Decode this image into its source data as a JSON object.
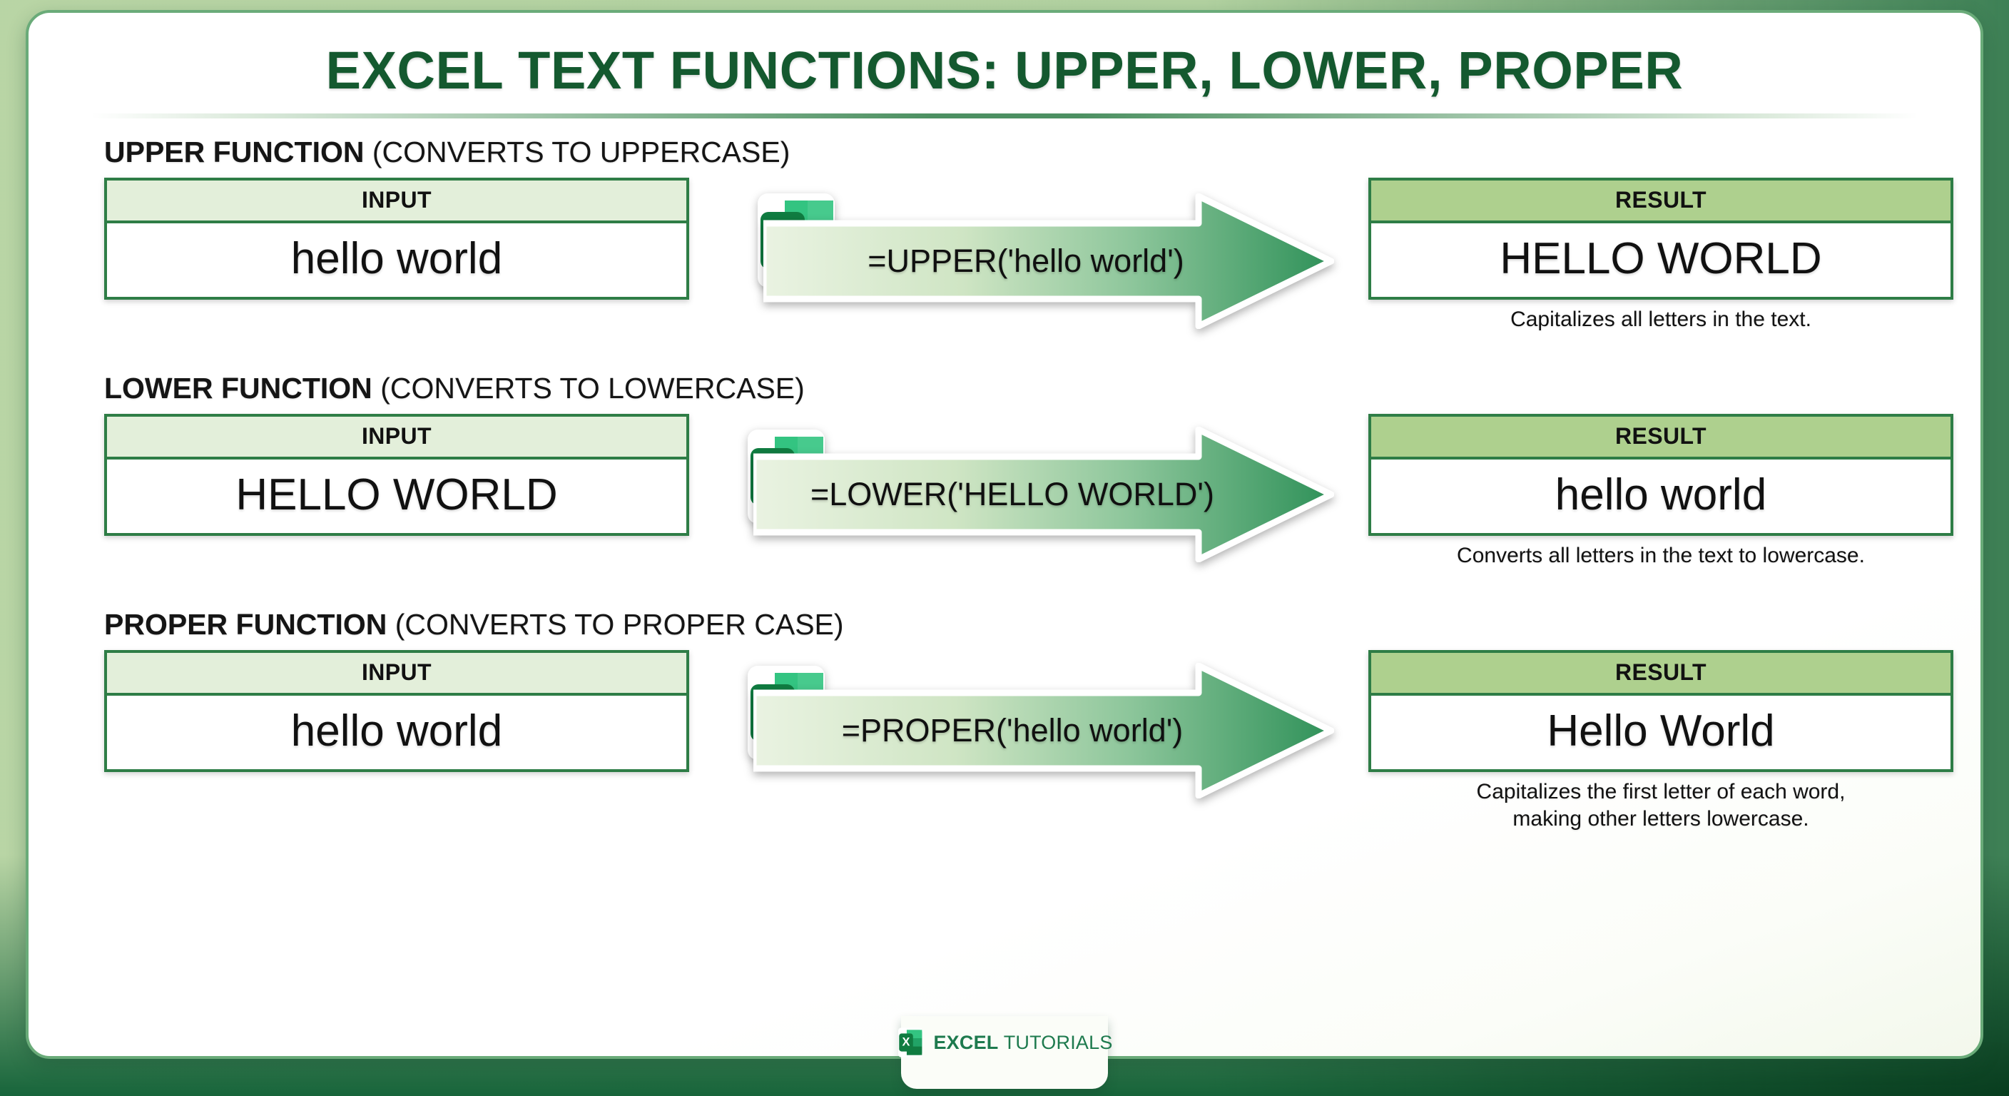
{
  "page": {
    "title": "EXCEL TEXT FUNCTIONS: UPPER, LOWER, PROPER",
    "accent_green": "#2e7d46",
    "title_green": "#14592f",
    "input_header_bg": "#e3efda",
    "result_header_bg": "#aed08e",
    "backdrop_green": "#d9e9cd"
  },
  "labels": {
    "input_header": "INPUT",
    "result_header": "RESULT",
    "excel_icon_letter": "X"
  },
  "sections": [
    {
      "heading_fn": "UPPER FUNCTION",
      "heading_note": " (CONVERTS TO UPPERCASE)",
      "input_value": "hello world",
      "formula": "=UPPER('hello world')",
      "result_value": "HELLO WORLD",
      "description": "Capitalizes all letters in the text."
    },
    {
      "heading_fn": "LOWER FUNCTION",
      "heading_note": " (CONVERTS TO LOWERCASE)",
      "input_value": "HELLO WORLD",
      "formula": "=LOWER('HELLO WORLD')",
      "result_value": "hello world",
      "description": "Converts all letters in the text to lowercase."
    },
    {
      "heading_fn": "PROPER FUNCTION",
      "heading_note": " (CONVERTS TO PROPER CASE)",
      "input_value": "hello world",
      "formula": "=PROPER('hello world')",
      "result_value": "Hello World",
      "description_line1": "Capitalizes the first letter of each word,",
      "description_line2": "making other letters lowercase."
    }
  ],
  "footer": {
    "brand_bold": "EXCEL",
    "brand_light": " TUTORIALS"
  }
}
